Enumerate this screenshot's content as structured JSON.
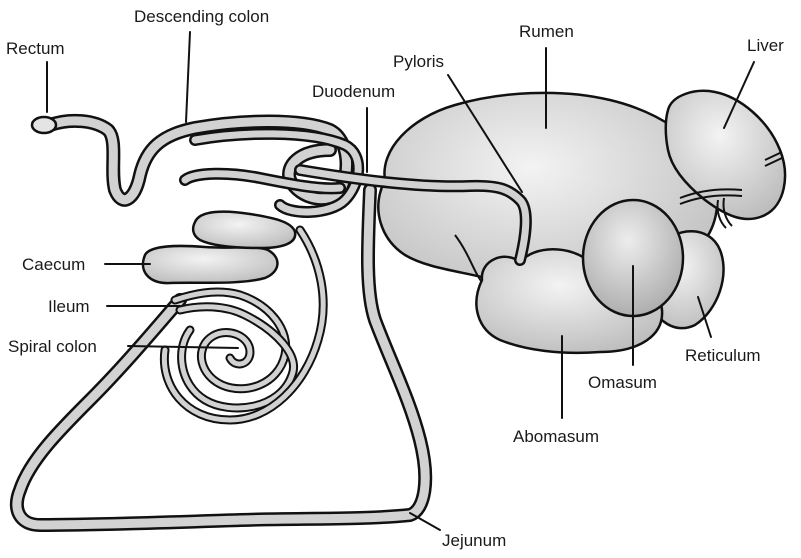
{
  "diagram": {
    "labels": {
      "rectum": "Rectum",
      "descending_colon": "Descending colon",
      "duodenum": "Duodenum",
      "pyloris": "Pyloris",
      "rumen": "Rumen",
      "liver": "Liver",
      "caecum": "Caecum",
      "ileum": "Ileum",
      "spiral_colon": "Spiral colon",
      "reticulum": "Reticulum",
      "omasum": "Omasum",
      "abomasum": "Abomasum",
      "jejunum": "Jejunum"
    },
    "colors": {
      "outline": "#111111",
      "organ_fill": "#d6d6d6",
      "organ_highlight": "#f2f2f2",
      "tube_fill": "#d2d2d2",
      "background": "#ffffff"
    }
  }
}
